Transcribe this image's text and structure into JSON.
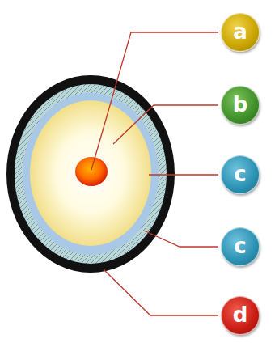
{
  "diagram": {
    "nodes": [
      {
        "text": [
          "a"
        ]
      },
      {
        "text": [
          "b"
        ]
      },
      {
        "text": [
          "c"
        ]
      },
      {
        "text": [
          "c"
        ]
      },
      {
        "text": [
          "d"
        ]
      }
    ]
  }
}
